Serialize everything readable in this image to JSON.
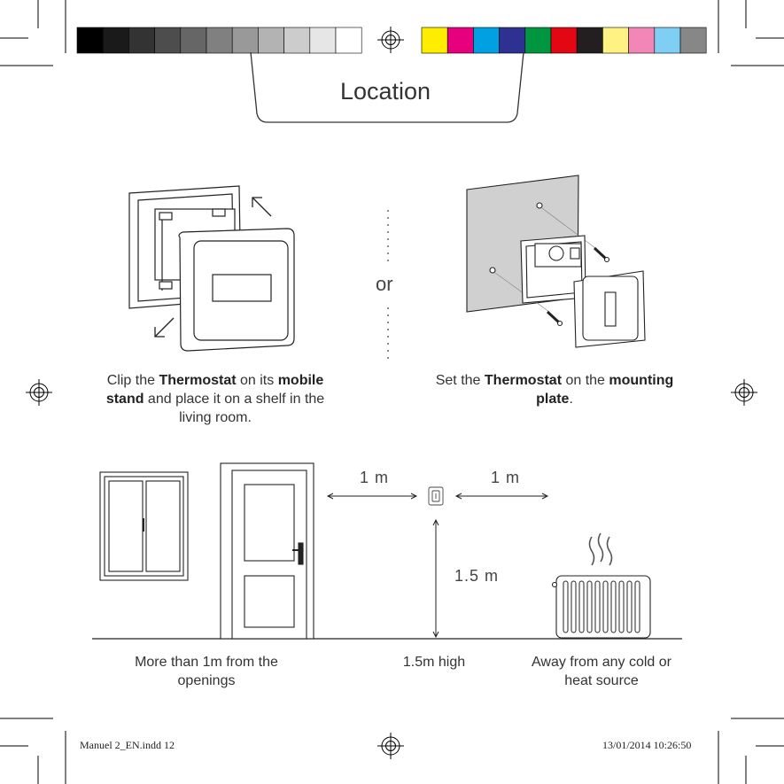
{
  "page": {
    "title": "Location",
    "option_separator": "or"
  },
  "installation": {
    "mobile_stand": {
      "text_1": "Clip the ",
      "bold_1": "Thermostat",
      "text_2": " on its ",
      "bold_2": "mobile stand",
      "text_3": " and place it on a shelf in the living room."
    },
    "mounting_plate": {
      "text_1": "Set the ",
      "bold_1": "Thermostat",
      "text_2": " on the ",
      "bold_2": "mounting plate",
      "text_3": "."
    }
  },
  "placement": {
    "distance_left": "1 m",
    "distance_right": "1 m",
    "height": "1.5 m",
    "caption_openings": "More than 1m from the openings",
    "caption_height": "1.5m high",
    "caption_heat": "Away from any cold or heat source"
  },
  "print_marks": {
    "file_info": "Manuel 2_EN.indd   12",
    "timestamp": "13/01/2014   10:26:50",
    "grayscale_swatches": [
      "#000000",
      "#1a1a1a",
      "#333333",
      "#4d4d4d",
      "#666666",
      "#808080",
      "#999999",
      "#b3b3b3",
      "#cccccc",
      "#e6e6e6",
      "#ffffff"
    ],
    "color_swatches": [
      "#ffed00",
      "#e6007e",
      "#00a0e3",
      "#2e3192",
      "#009640",
      "#e30613",
      "#231f20",
      "#fff282",
      "#f287b7",
      "#7fcff5",
      "#878787"
    ]
  }
}
